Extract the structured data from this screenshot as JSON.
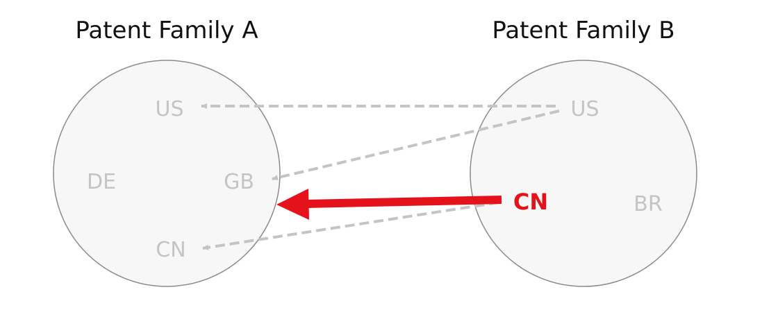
{
  "families": [
    {
      "title": "Patent Family A",
      "countries": [
        "US",
        "DE",
        "GB",
        "CN"
      ]
    },
    {
      "title": "Patent Family B",
      "countries": [
        "US",
        "CN",
        "BR"
      ]
    }
  ],
  "highlighted_country": "CN",
  "colors": {
    "highlight": "#e3121b",
    "muted": "#c4c4c4",
    "circle_fill": "#f7f7f7",
    "circle_stroke": "#8a8a8a"
  }
}
